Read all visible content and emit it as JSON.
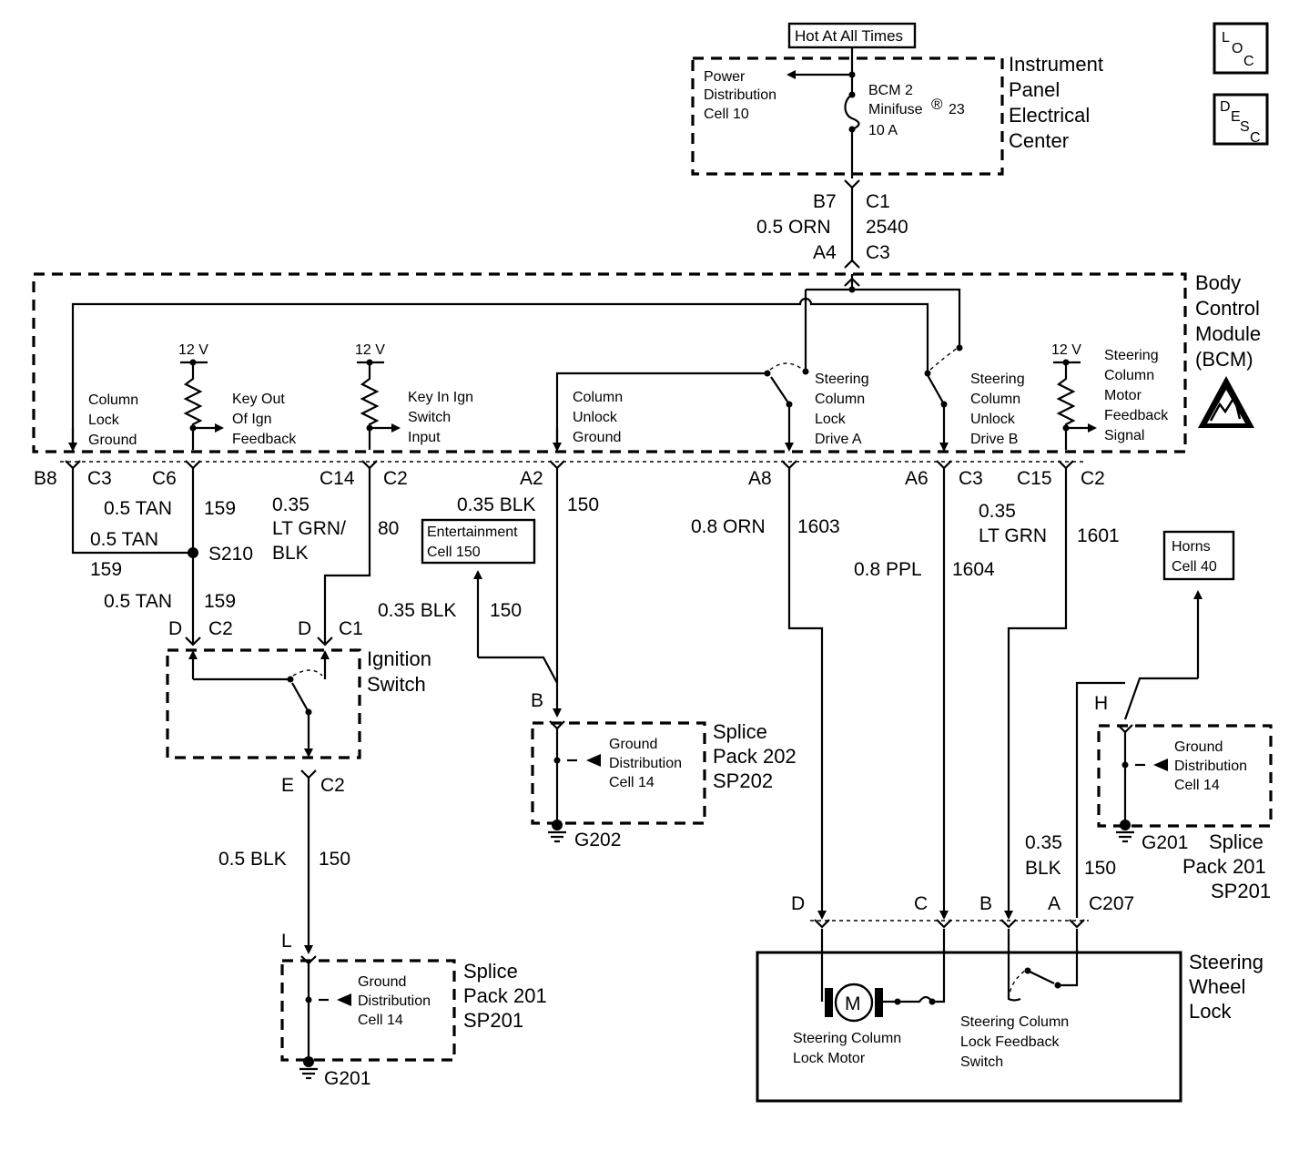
{
  "top": {
    "hot_label": "Hot At All Times",
    "loc": [
      "L",
      "O",
      "C"
    ],
    "desc": [
      "D",
      "E",
      "S",
      "C"
    ]
  },
  "ipec": {
    "title": [
      "Instrument",
      "Panel",
      "Electrical",
      "Center"
    ],
    "pdc": [
      "Power",
      "Distribution",
      "Cell 10"
    ],
    "fuse": [
      "BCM 2",
      "Minifuse",
      "®",
      "23",
      "10 A"
    ]
  },
  "c2540": {
    "left": [
      "B7",
      "0.5 ORN",
      "A4"
    ],
    "right": [
      "C1",
      "2540",
      "C3"
    ]
  },
  "bcm": {
    "title": [
      "Body",
      "Control",
      "Module",
      "(BCM)"
    ],
    "column_lock_ground": [
      "Column",
      "Lock",
      "Ground"
    ],
    "key_out": [
      "Key Out",
      "Of Ign",
      "Feedback"
    ],
    "key_in": [
      "Key In Ign",
      "Switch",
      "Input"
    ],
    "column_unlock_ground": [
      "Column",
      "Unlock",
      "Ground"
    ],
    "drive_a": [
      "Steering",
      "Column",
      "Lock",
      "Drive A"
    ],
    "drive_b": [
      "Steering",
      "Column",
      "Unlock",
      "Drive B"
    ],
    "feedback_signal": [
      "Steering",
      "Column",
      "Motor",
      "Feedback",
      "Signal"
    ],
    "v12": "12 V"
  },
  "pins": {
    "b8": "B8",
    "c3a": "C3",
    "c6": "C6",
    "c14": "C14",
    "c2a": "C2",
    "a2": "A2",
    "a8": "A8",
    "a6": "A6",
    "c3b": "C3",
    "c15": "C15",
    "c2b": "C2"
  },
  "wires": {
    "tan1": [
      "0.5 TAN",
      "159"
    ],
    "tan2": [
      "0.5 TAN",
      "159"
    ],
    "tan3": [
      "0.5 TAN",
      "159"
    ],
    "s210": "S210",
    "ltgrnblk": [
      "0.35",
      "LT GRN/",
      "BLK",
      "80"
    ],
    "blk150a": [
      "0.35 BLK",
      "150"
    ],
    "blk150b": [
      "0.35 BLK",
      "150"
    ],
    "orn1603": [
      "0.8 ORN",
      "1603"
    ],
    "ppl1604": [
      "0.8 PPL",
      "1604"
    ],
    "ltgrn1601": [
      "0.35",
      "LT GRN",
      "1601"
    ],
    "blk150c": [
      "0.5 BLK",
      "150"
    ],
    "blk150d": [
      "0.35",
      "BLK",
      "150"
    ]
  },
  "ignition": {
    "title": [
      "Ignition",
      "Switch"
    ],
    "pins": [
      "D",
      "C2",
      "D",
      "C1",
      "E",
      "C2"
    ]
  },
  "entertainment": [
    "Entertainment",
    "Cell 150"
  ],
  "horns": [
    "Horns",
    "Cell 40"
  ],
  "sp202": {
    "pin": "B",
    "gd": [
      "Ground",
      "Distribution",
      "Cell 14"
    ],
    "title": [
      "Splice",
      "Pack 202",
      "SP202"
    ],
    "ground": "G202"
  },
  "sp201_left": {
    "pin": "L",
    "gd": [
      "Ground",
      "Distribution",
      "Cell 14"
    ],
    "title": [
      "Splice",
      "Pack 201",
      "SP201"
    ],
    "ground": "G201"
  },
  "sp201_right": {
    "pin": "H",
    "gd": [
      "Ground",
      "Distribution",
      "Cell 14"
    ],
    "title": [
      "Splice",
      "Pack 201",
      "SP201"
    ],
    "ground": "G201"
  },
  "swl": {
    "title": [
      "Steering",
      "Wheel",
      "Lock"
    ],
    "pins": [
      "D",
      "C",
      "B",
      "A",
      "C207"
    ],
    "motor": "M",
    "motor_label": [
      "Steering Column",
      "Lock Motor"
    ],
    "switch_label": [
      "Steering Column",
      "Lock Feedback",
      "Switch"
    ]
  }
}
